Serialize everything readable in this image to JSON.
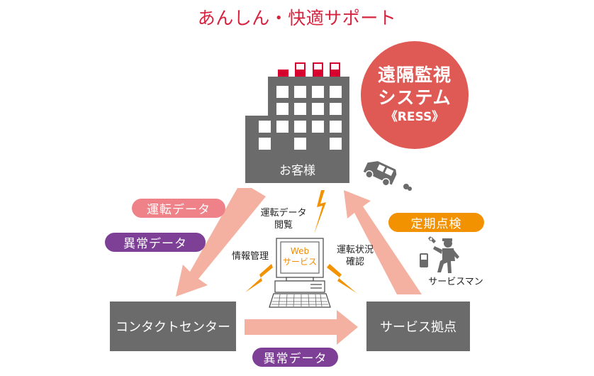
{
  "title": "あんしん・快適サポート",
  "colors": {
    "title": "#d8233f",
    "building": "#6b6b6b",
    "roof_tank": "#d7002e",
    "circle": "#e05a55",
    "arrow": "#f4b0a0",
    "pill_pink": "#ef8289",
    "pill_purple": "#7e3f96",
    "pill_orange": "#f39200",
    "lightning": "#f39200",
    "box": "#6b6b6b"
  },
  "customer": {
    "label": "お客様",
    "icon": "building-icon"
  },
  "remote_system": {
    "line1": "遠隔監視",
    "line2": "システム",
    "line3": "《RESS》"
  },
  "vehicle": {
    "icon": "forklift-vehicle-icon"
  },
  "contact_center": {
    "label": "コンタクトセンター"
  },
  "service_base": {
    "label": "サービス拠点"
  },
  "web_service": {
    "line1": "Web",
    "line2": "サービス",
    "icon": "desktop-computer-icon"
  },
  "pills": {
    "operation_data": "運転データ",
    "abnormal_data_left": "異常データ",
    "periodic_inspection": "定期点検",
    "abnormal_data_bottom": "異常データ"
  },
  "labels": {
    "operation_view_line1": "運転データ",
    "operation_view_line2": "閲覧",
    "info_management": "情報管理",
    "status_check_line1": "運転状況",
    "status_check_line2": "確認",
    "serviceman": "サービスマン"
  }
}
